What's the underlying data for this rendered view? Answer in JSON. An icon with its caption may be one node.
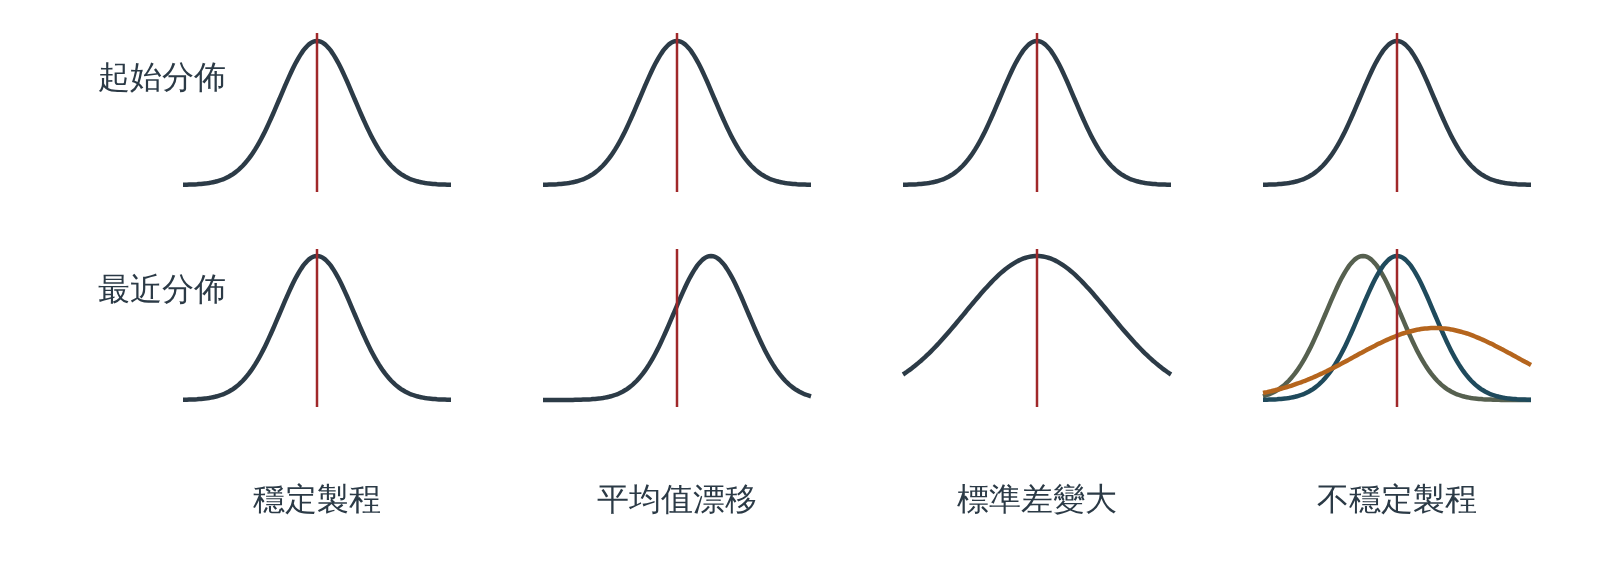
{
  "diagram": {
    "labels": [
      "起始分佈",
      "最近分佈",
      "穩定製程",
      "平均值漂移",
      "標準差變大",
      "不穩定製程"
    ]
  }
}
